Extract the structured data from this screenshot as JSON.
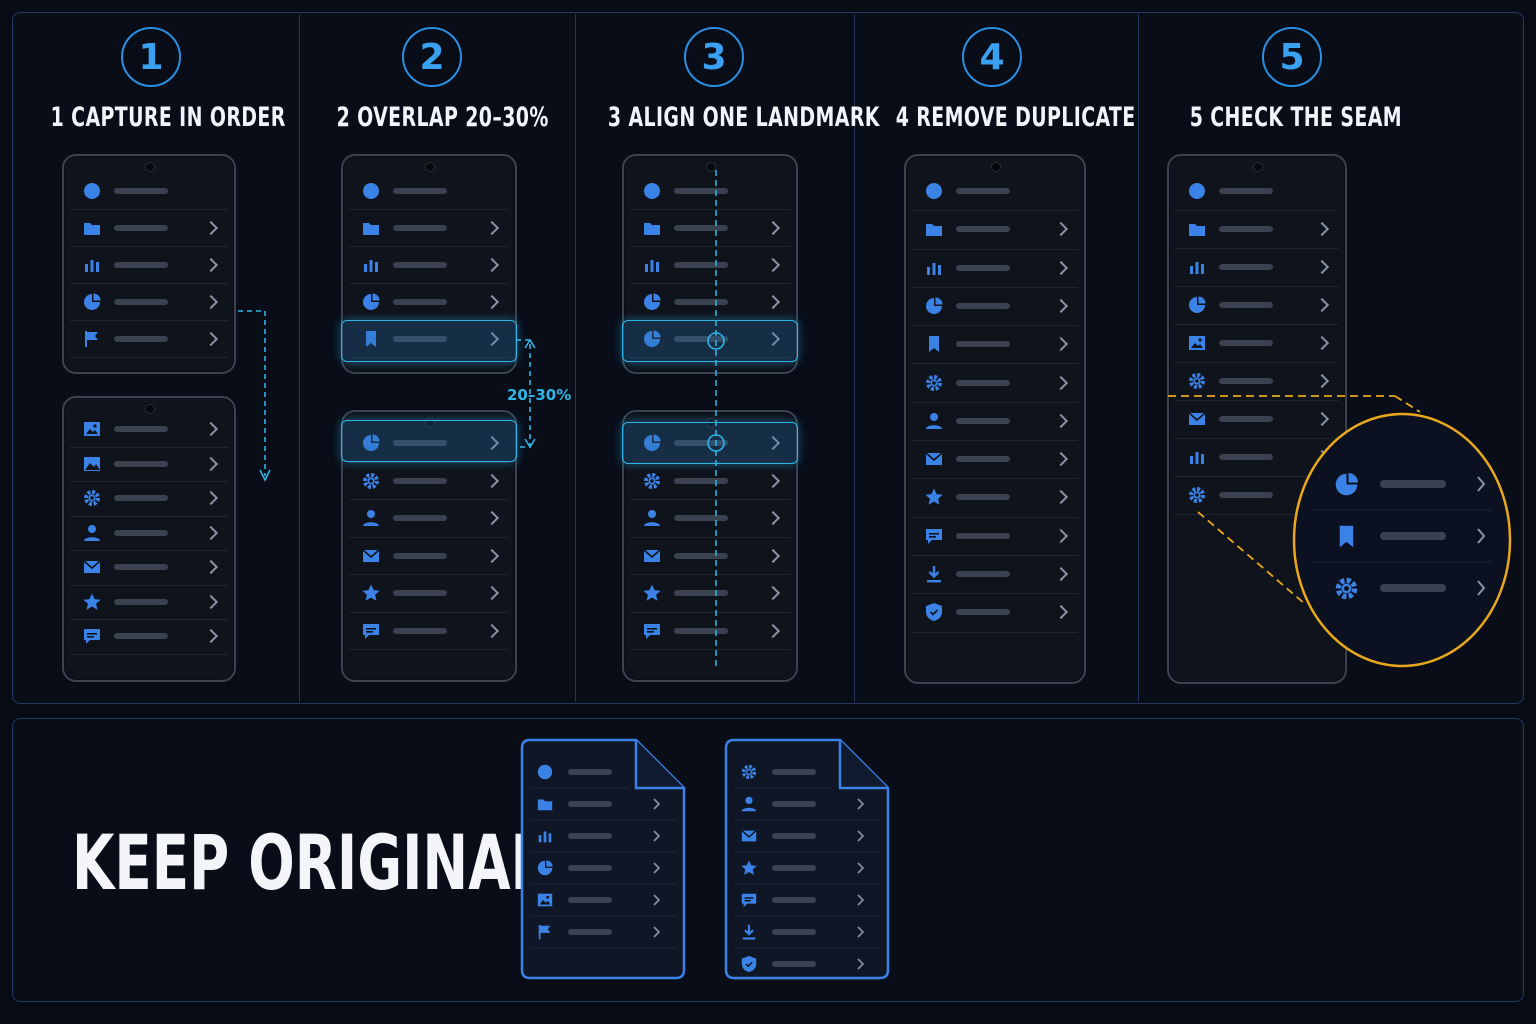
{
  "colors": {
    "accent_blue": "#2a8fe0",
    "icon_blue": "#3b82e6",
    "cyan": "#2fb6e6",
    "gold": "#e9a81c",
    "background": "#070b14"
  },
  "steps": [
    {
      "number": "1",
      "title": "1 CAPTURE IN ORDER"
    },
    {
      "number": "2",
      "title": "2 OVERLAP 20–30%"
    },
    {
      "number": "3",
      "title": "3 ALIGN ONE LANDMARK"
    },
    {
      "number": "4",
      "title": "4 REMOVE DUPLICATE"
    },
    {
      "number": "5",
      "title": "5 CHECK THE SEAM"
    }
  ],
  "overlap_label": "20–30%",
  "bottom": {
    "title": "KEEP ORIGINALS"
  },
  "icons": {
    "list_a": [
      "avatar-icon",
      "folder-icon",
      "bar-chart-icon",
      "pie-chart-icon",
      "flag-icon"
    ],
    "list_b": [
      "image-icon",
      "photo-icon",
      "gear-icon",
      "person-icon",
      "mail-icon",
      "star-icon",
      "chat-icon"
    ],
    "list_c": [
      "pie-chart-icon",
      "gear-icon",
      "person-icon",
      "mail-icon",
      "star-icon",
      "chat-icon"
    ],
    "list_full": [
      "avatar-icon",
      "folder-icon",
      "bar-chart-icon",
      "pie-chart-icon",
      "bookmark-icon",
      "gear-icon",
      "person-icon",
      "mail-icon",
      "star-icon",
      "chat-icon",
      "download-icon",
      "shield-icon"
    ],
    "list_seam": [
      "avatar-icon",
      "folder-icon",
      "bar-chart-icon",
      "pie-chart-icon",
      "image-icon",
      "gear-icon",
      "mail-icon",
      "bar-chart-icon",
      "gear-icon"
    ],
    "magnifier": [
      "pie-chart-icon",
      "bookmark-icon",
      "gear-icon"
    ],
    "doc1": [
      "avatar-icon",
      "folder-icon",
      "bar-chart-icon",
      "pie-chart-icon",
      "image-icon",
      "flag-icon"
    ],
    "doc2": [
      "gear-icon",
      "person-icon",
      "mail-icon",
      "star-icon",
      "chat-icon",
      "download-icon",
      "shield-icon"
    ]
  }
}
